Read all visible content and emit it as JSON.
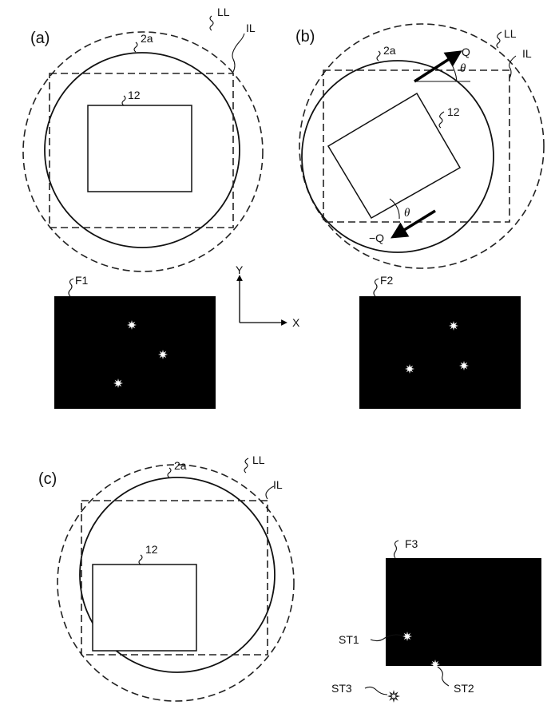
{
  "panels": {
    "a": {
      "label": "(a)",
      "ll": "LL",
      "il": "IL",
      "circle": "2a",
      "square": "12"
    },
    "b": {
      "label": "(b)",
      "ll": "LL",
      "il": "IL",
      "circle": "2a",
      "square": "12",
      "q": "Q",
      "neg_q": "−Q",
      "theta": "θ"
    },
    "c": {
      "label": "(c)",
      "ll": "LL",
      "il": "IL",
      "circle": "2a",
      "square": "12"
    }
  },
  "frames": {
    "f1": "F1",
    "f2": "F2",
    "f3": "F3"
  },
  "axes": {
    "x": "X",
    "y": "Y"
  },
  "stars": {
    "st1": "ST1",
    "st2": "ST2",
    "st3": "ST3"
  }
}
